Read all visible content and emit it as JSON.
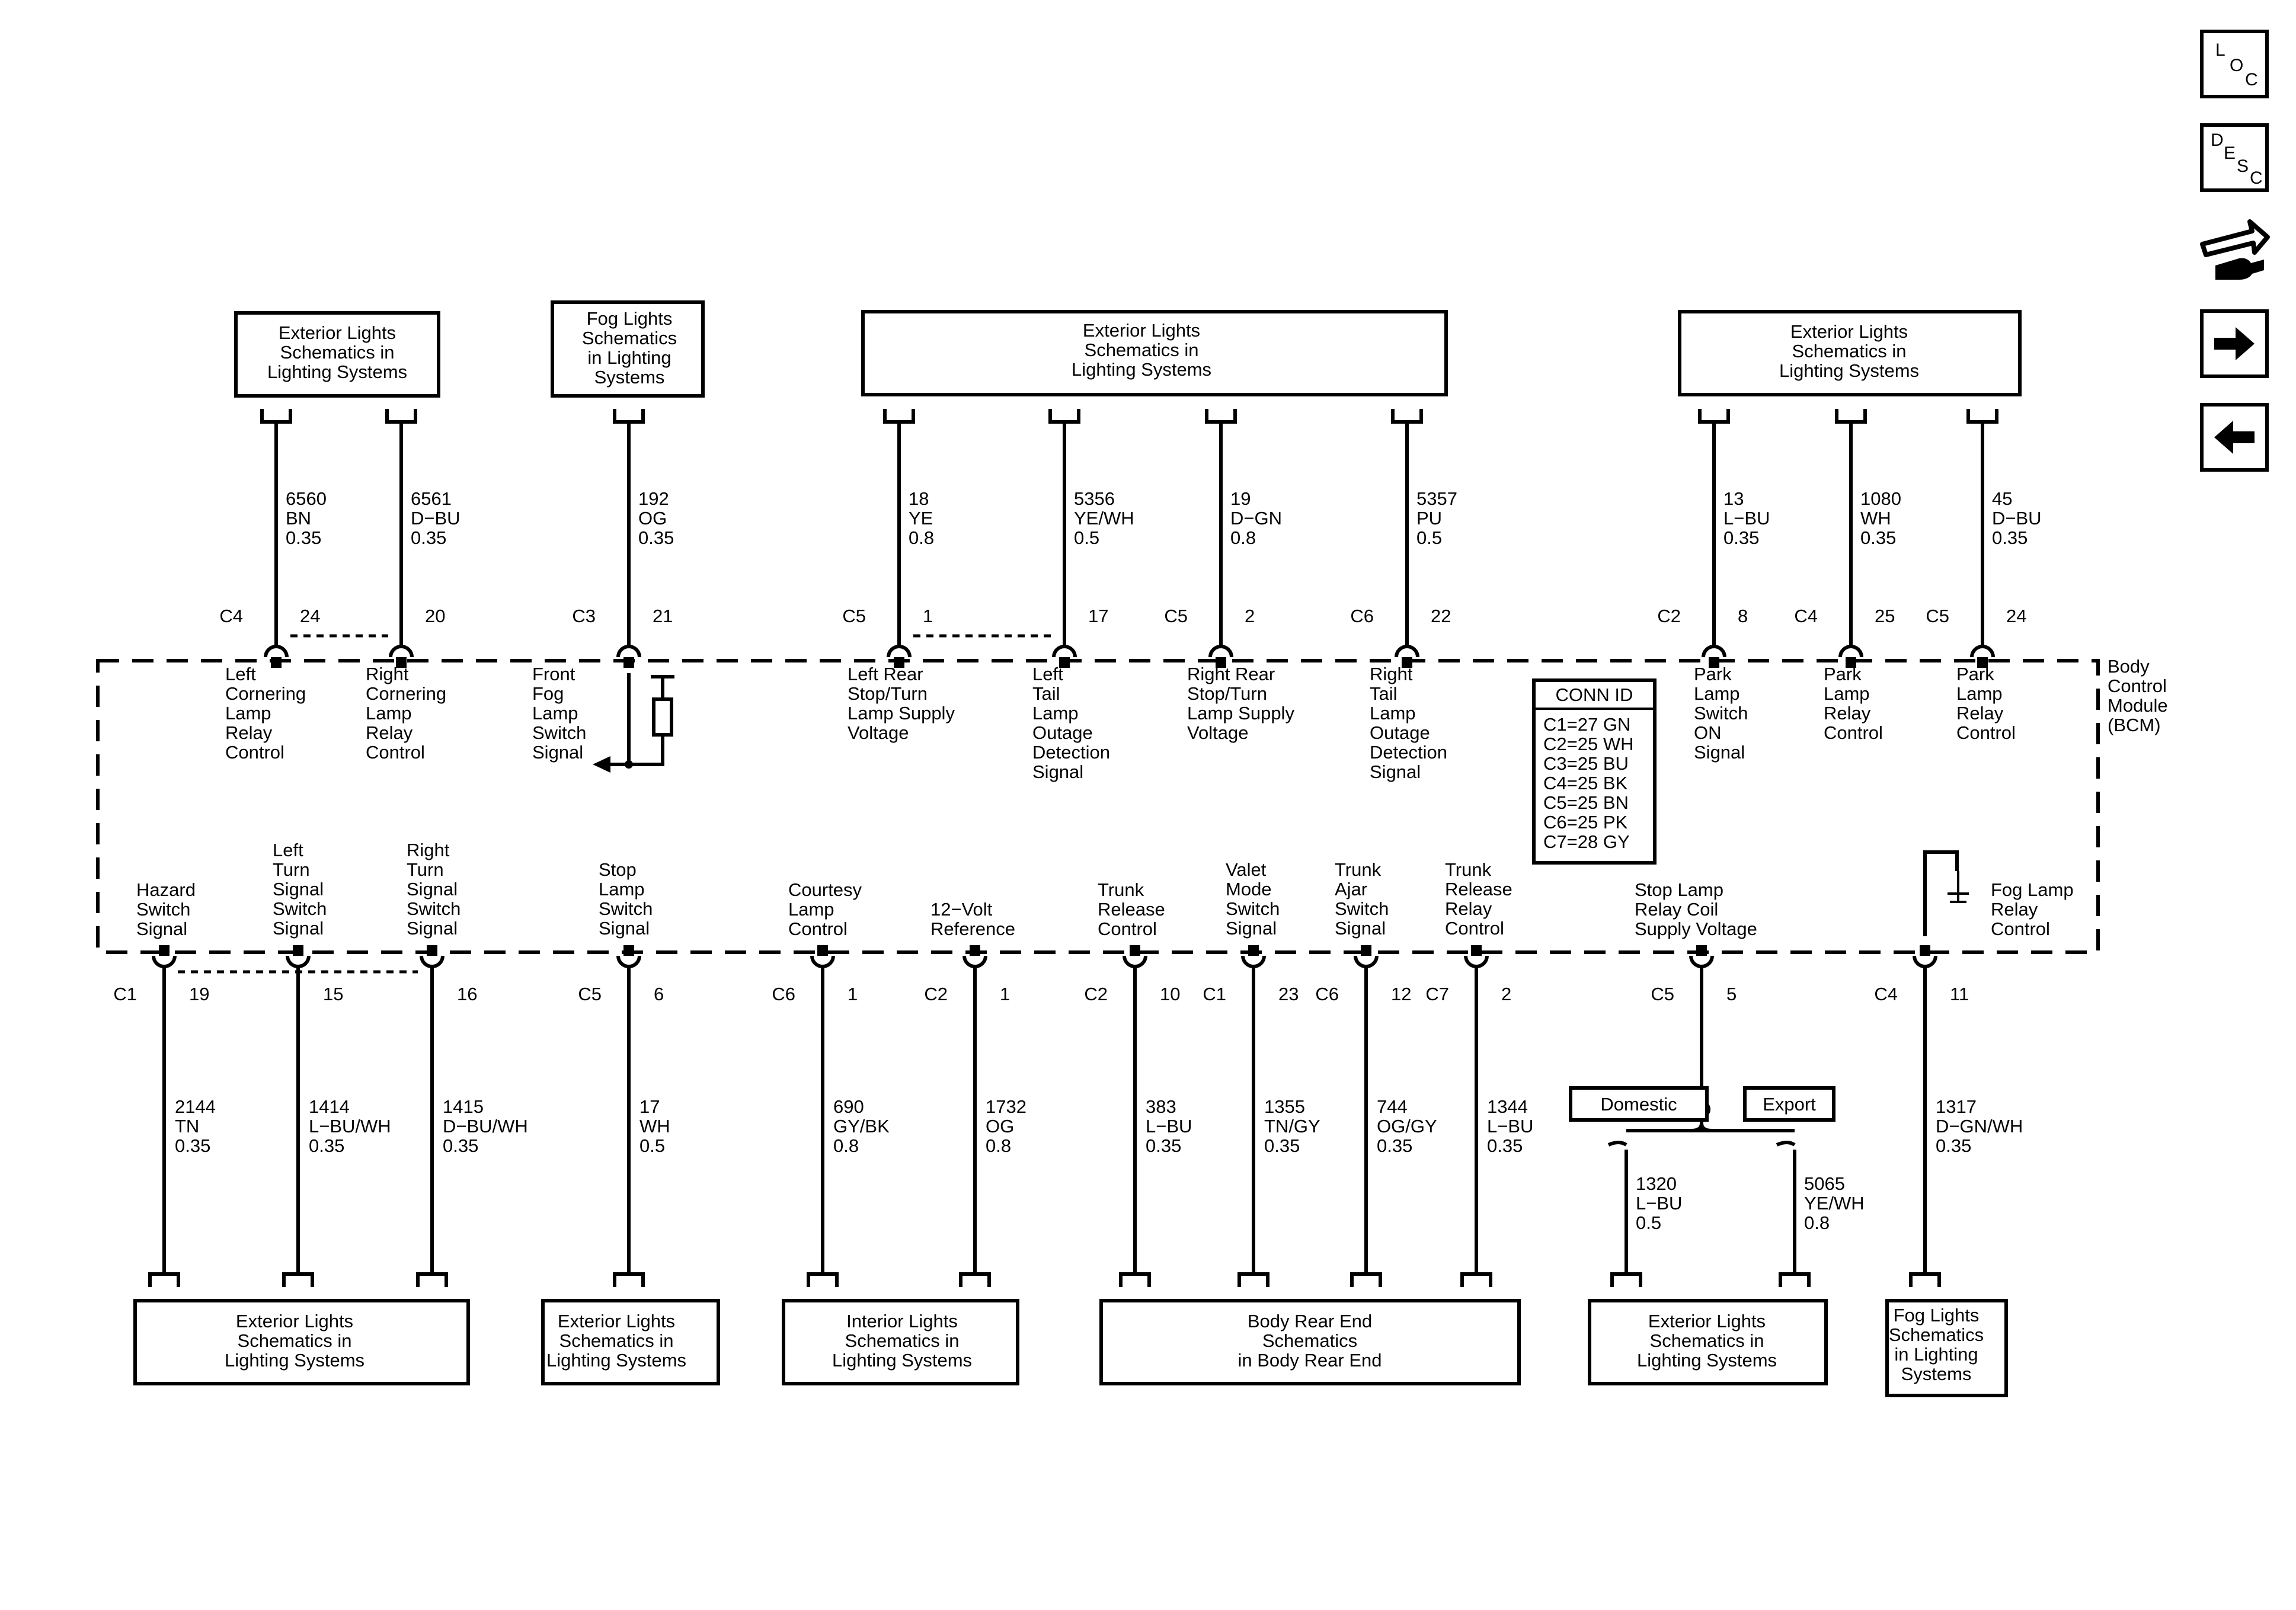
{
  "top_boxes": [
    {
      "id": "tb1",
      "lines": [
        "Exterior Lights",
        "Schematics in",
        "Lighting Systems"
      ]
    },
    {
      "id": "tb2",
      "lines": [
        "Fog Lights",
        "Schematics",
        "in Lighting",
        "Systems"
      ]
    },
    {
      "id": "tb3",
      "lines": [
        "Exterior Lights",
        "Schematics in",
        "Lighting Systems"
      ]
    },
    {
      "id": "tb4",
      "lines": [
        "Exterior Lights",
        "Schematics in",
        "Lighting Systems"
      ]
    }
  ],
  "bottom_boxes": [
    {
      "id": "bb1",
      "lines": [
        "Exterior Lights",
        "Schematics in",
        "Lighting Systems"
      ]
    },
    {
      "id": "bb2",
      "lines": [
        "Exterior Lights",
        "Schematics in",
        "Lighting Systems"
      ]
    },
    {
      "id": "bb3",
      "lines": [
        "Interior Lights",
        "Schematics in",
        "Lighting Systems"
      ]
    },
    {
      "id": "bb4",
      "lines": [
        "Body Rear End",
        "Schematics",
        "in Body Rear End"
      ]
    },
    {
      "id": "bb5",
      "lines": [
        "Exterior Lights",
        "Schematics in",
        "Lighting Systems"
      ]
    },
    {
      "id": "bb6",
      "lines": [
        "Fog Lights",
        "Schematics",
        "in Lighting",
        "Systems"
      ]
    }
  ],
  "module": {
    "name_lines": [
      "Body",
      "Control",
      "Module",
      "(BCM)"
    ]
  },
  "conn_id": {
    "title": "CONN ID",
    "rows": [
      "C1=27 GN",
      "C2=25 WH",
      "C3=25 BU",
      "C4=25 BK",
      "C5=25 BN",
      "C6=25 PK",
      "C7=28 GY"
    ]
  },
  "top_circuits": [
    {
      "id": "t1",
      "connector": "C4",
      "pin": "24",
      "wire": [
        "6560",
        "BN",
        "0.35"
      ],
      "function": [
        "Left",
        "Cornering",
        "Lamp",
        "Relay",
        "Control"
      ]
    },
    {
      "id": "t2",
      "connector": "",
      "pin": "20",
      "wire": [
        "6561",
        "D−BU",
        "0.35"
      ],
      "function": [
        "Right",
        "Cornering",
        "Lamp",
        "Relay",
        "Control"
      ]
    },
    {
      "id": "t3",
      "connector": "C3",
      "pin": "21",
      "wire": [
        "192",
        "OG",
        "0.35"
      ],
      "function": [
        "Front",
        "Fog",
        "Lamp",
        "Switch",
        "Signal"
      ]
    },
    {
      "id": "t4",
      "connector": "C5",
      "pin": "1",
      "wire": [
        "18",
        "YE",
        "0.8"
      ],
      "function": [
        "Left Rear",
        "Stop/Turn",
        "Lamp Supply",
        "Voltage"
      ]
    },
    {
      "id": "t5",
      "connector": "",
      "pin": "17",
      "wire": [
        "5356",
        "YE/WH",
        "0.5"
      ],
      "function": [
        "Left",
        "Tail",
        "Lamp",
        "Outage",
        "Detection",
        "Signal"
      ]
    },
    {
      "id": "t6",
      "connector": "C5",
      "pin": "2",
      "wire": [
        "19",
        "D−GN",
        "0.8"
      ],
      "function": [
        "Right Rear",
        "Stop/Turn",
        "Lamp Supply",
        "Voltage"
      ]
    },
    {
      "id": "t7",
      "connector": "C6",
      "pin": "22",
      "wire": [
        "5357",
        "PU",
        "0.5"
      ],
      "function": [
        "Right",
        "Tail",
        "Lamp",
        "Outage",
        "Detection",
        "Signal"
      ]
    },
    {
      "id": "t8",
      "connector": "C2",
      "pin": "8",
      "wire": [
        "13",
        "L−BU",
        "0.35"
      ],
      "function": [
        "Park",
        "Lamp",
        "Switch",
        "ON",
        "Signal"
      ]
    },
    {
      "id": "t9",
      "connector": "C4",
      "pin": "25",
      "wire": [
        "1080",
        "WH",
        "0.35"
      ],
      "function": [
        "Park",
        "Lamp",
        "Relay",
        "Control"
      ]
    },
    {
      "id": "t10",
      "connector": "C5",
      "pin": "24",
      "wire": [
        "45",
        "D−BU",
        "0.35"
      ],
      "function": [
        "Park",
        "Lamp",
        "Relay",
        "Control"
      ]
    }
  ],
  "bottom_circuits": [
    {
      "id": "b1",
      "connector": "C1",
      "pin": "19",
      "wire": [
        "2144",
        "TN",
        "0.35"
      ],
      "function": [
        "Hazard",
        "Switch",
        "Signal"
      ]
    },
    {
      "id": "b2",
      "connector": "",
      "pin": "15",
      "wire": [
        "1414",
        "L−BU/WH",
        "0.35"
      ],
      "function": [
        "Left",
        "Turn",
        "Signal",
        "Switch",
        "Signal"
      ]
    },
    {
      "id": "b3",
      "connector": "",
      "pin": "16",
      "wire": [
        "1415",
        "D−BU/WH",
        "0.35"
      ],
      "function": [
        "Right",
        "Turn",
        "Signal",
        "Switch",
        "Signal"
      ]
    },
    {
      "id": "b4",
      "connector": "C5",
      "pin": "6",
      "wire": [
        "17",
        "WH",
        "0.5"
      ],
      "function": [
        "Stop",
        "Lamp",
        "Switch",
        "Signal"
      ]
    },
    {
      "id": "b5",
      "connector": "C6",
      "pin": "1",
      "wire": [
        "690",
        "GY/BK",
        "0.8"
      ],
      "function": [
        "Courtesy",
        "Lamp",
        "Control"
      ]
    },
    {
      "id": "b6",
      "connector": "C2",
      "pin": "1",
      "wire": [
        "1732",
        "OG",
        "0.8"
      ],
      "function": [
        "12−Volt",
        "Reference"
      ]
    },
    {
      "id": "b7",
      "connector": "C2",
      "pin": "10",
      "wire": [
        "383",
        "L−BU",
        "0.35"
      ],
      "function": [
        "Trunk",
        "Release",
        "Control"
      ]
    },
    {
      "id": "b8",
      "connector": "C1",
      "pin": "23",
      "wire": [
        "1355",
        "TN/GY",
        "0.35"
      ],
      "function": [
        "Valet",
        "Mode",
        "Switch",
        "Signal"
      ]
    },
    {
      "id": "b9",
      "connector": "C6",
      "pin": "12",
      "wire": [
        "744",
        "OG/GY",
        "0.35"
      ],
      "function": [
        "Trunk",
        "Ajar",
        "Switch",
        "Signal"
      ]
    },
    {
      "id": "b10",
      "connector": "C7",
      "pin": "2",
      "wire": [
        "1344",
        "L−BU",
        "0.35"
      ],
      "function": [
        "Trunk",
        "Release",
        "Relay",
        "Control"
      ]
    },
    {
      "id": "b11",
      "connector": "C5",
      "pin": "5",
      "wire": [],
      "function": [
        "Stop Lamp",
        "Relay Coil",
        "Supply Voltage"
      ]
    },
    {
      "id": "b12",
      "connector": "C4",
      "pin": "11",
      "wire": [
        "1317",
        "D−GN/WH",
        "0.35"
      ],
      "function": [
        "Fog Lamp",
        "Relay",
        "Control"
      ]
    }
  ],
  "options": {
    "left": "Domestic",
    "right": "Export"
  },
  "option_wires": [
    {
      "id": "o1",
      "wire": [
        "1320",
        "L−BU",
        "0.5"
      ]
    },
    {
      "id": "o2",
      "wire": [
        "5065",
        "YE/WH",
        "0.8"
      ]
    }
  ],
  "nav": {
    "loc": [
      "L",
      "O",
      "C"
    ],
    "desc": [
      "D",
      "E",
      "S",
      "C"
    ],
    "icons": [
      "connector-icon",
      "next-arrow-icon",
      "previous-arrow-icon"
    ]
  }
}
